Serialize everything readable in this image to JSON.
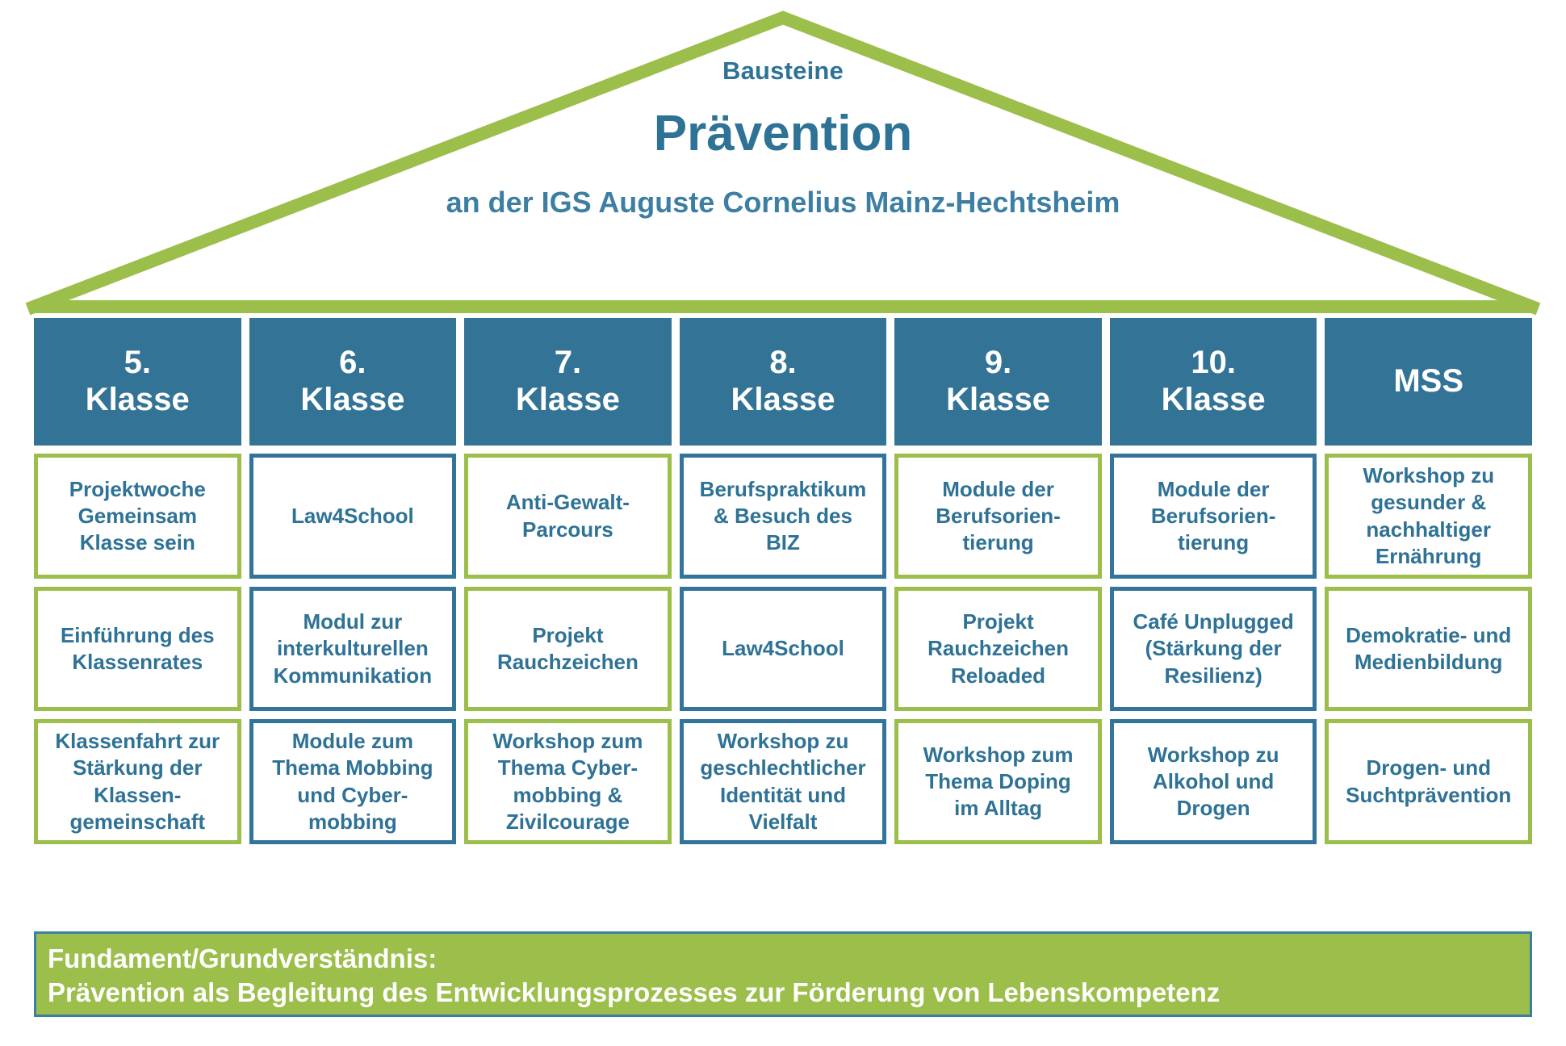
{
  "colors": {
    "green": "#9CBE4A",
    "blue": "#32749A",
    "header_blue": "#337396",
    "text_blue": "#2E7296",
    "white": "#FFFFFF"
  },
  "roof": {
    "kicker": "Bausteine",
    "title": "Prävention",
    "subtitle": "an der IGS Auguste Cornelius Mainz-Hechtsheim"
  },
  "columns": [
    {
      "header": "5.\nKlasse",
      "accent": "green"
    },
    {
      "header": "6.\nKlasse",
      "accent": "blue"
    },
    {
      "header": "7.\nKlasse",
      "accent": "green"
    },
    {
      "header": "8.\nKlasse",
      "accent": "blue"
    },
    {
      "header": "9.\nKlasse",
      "accent": "green"
    },
    {
      "header": "10.\nKlasse",
      "accent": "blue"
    },
    {
      "header": "MSS",
      "accent": "green"
    }
  ],
  "rows": [
    [
      "Projektwoche\nGemeinsam\nKlasse sein",
      "Law4School",
      "Anti-Gewalt-\nParcours",
      "Berufspraktikum\n& Besuch des\nBIZ",
      "Module der\nBerufsorien-\ntierung",
      "Module der\nBerufsorien-\ntierung",
      "Workshop zu\ngesunder &\nnachhaltiger\nErnährung"
    ],
    [
      "Einführung des\nKlassenrates",
      "Modul zur\ninterkulturellen\nKommunikation",
      "Projekt\nRauchzeichen",
      "Law4School",
      "Projekt\nRauchzeichen\nReloaded",
      "Café Unplugged\n(Stärkung der\nResilienz)",
      "Demokratie- und\nMedienbildung"
    ],
    [
      "Klassenfahrt zur\nStärkung der\nKlassen-\ngemeinschaft",
      "Module zum\nThema Mobbing\nund Cyber-\nmobbing",
      "Workshop zum\nThema Cyber-\nmobbing &\nZivilcourage",
      "Workshop zu\ngeschlechtlicher\nIdentität und\nVielfalt",
      "Workshop zum\nThema Doping\nim Alltag",
      "Workshop zu\nAlkohol und\nDrogen",
      "Drogen- und\nSuchtprävention"
    ]
  ],
  "footer": {
    "heading": "Fundament/Grundverständnis:",
    "text": "Prävention als Begleitung des Entwicklungsprozesses zur Förderung von Lebenskompetenz"
  }
}
